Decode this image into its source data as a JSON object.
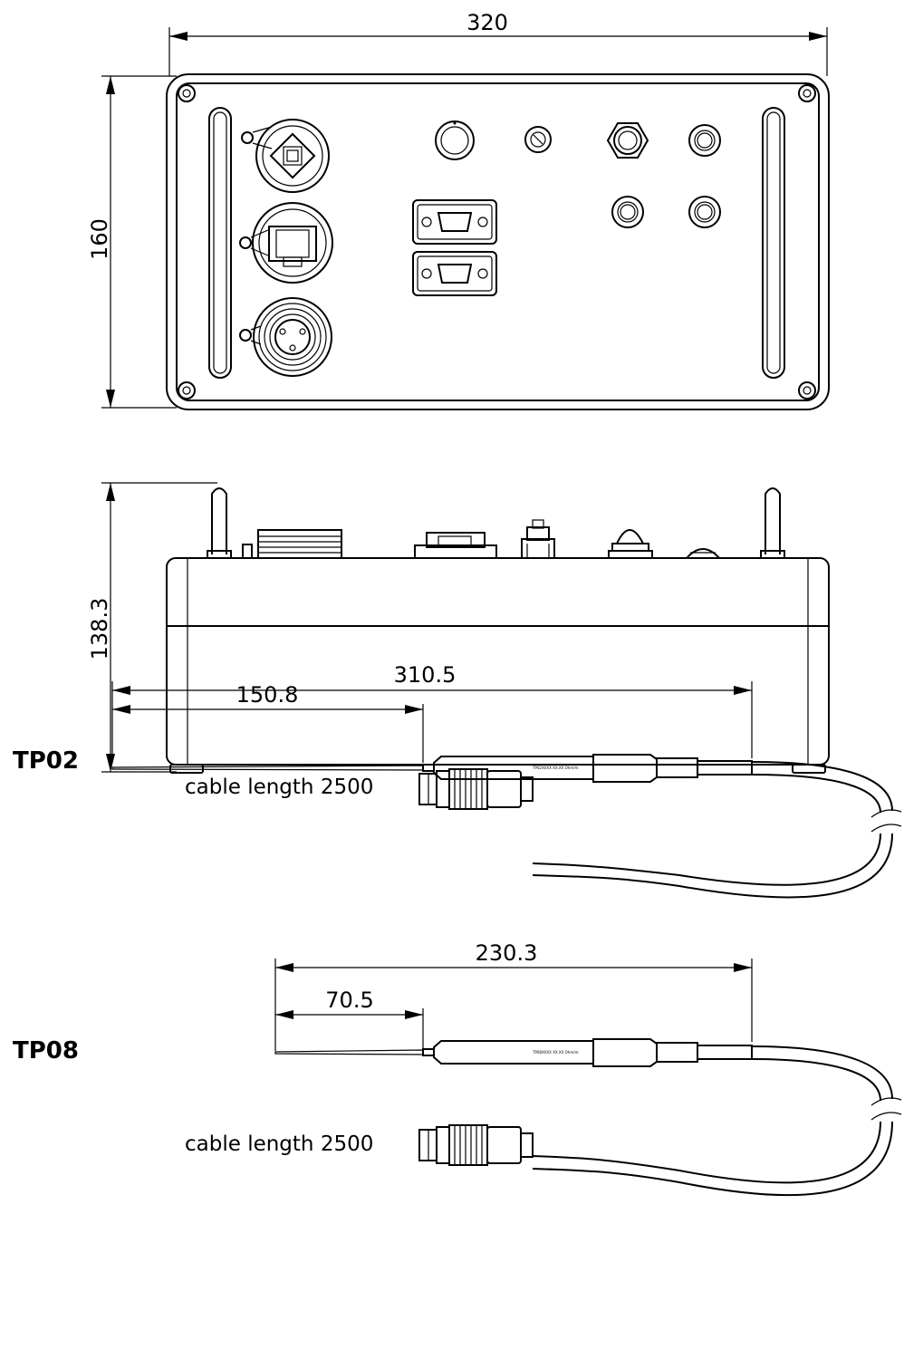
{
  "front_view": {
    "width_dim": "320",
    "height_dim": "160"
  },
  "side_view": {
    "height_dim": "138.3"
  },
  "probe_tp02": {
    "label": "TP02",
    "total_dim": "310.5",
    "needle_dim": "150.8",
    "marking": "TP02XXXX XX.XX Ohm/m",
    "cable_caption": "cable length 2500"
  },
  "probe_tp08": {
    "label": "TP08",
    "total_dim": "230.3",
    "needle_dim": "70.5",
    "marking": "TP08XXXX XX.XX Ohm/m",
    "cable_caption": "cable length 2500"
  }
}
